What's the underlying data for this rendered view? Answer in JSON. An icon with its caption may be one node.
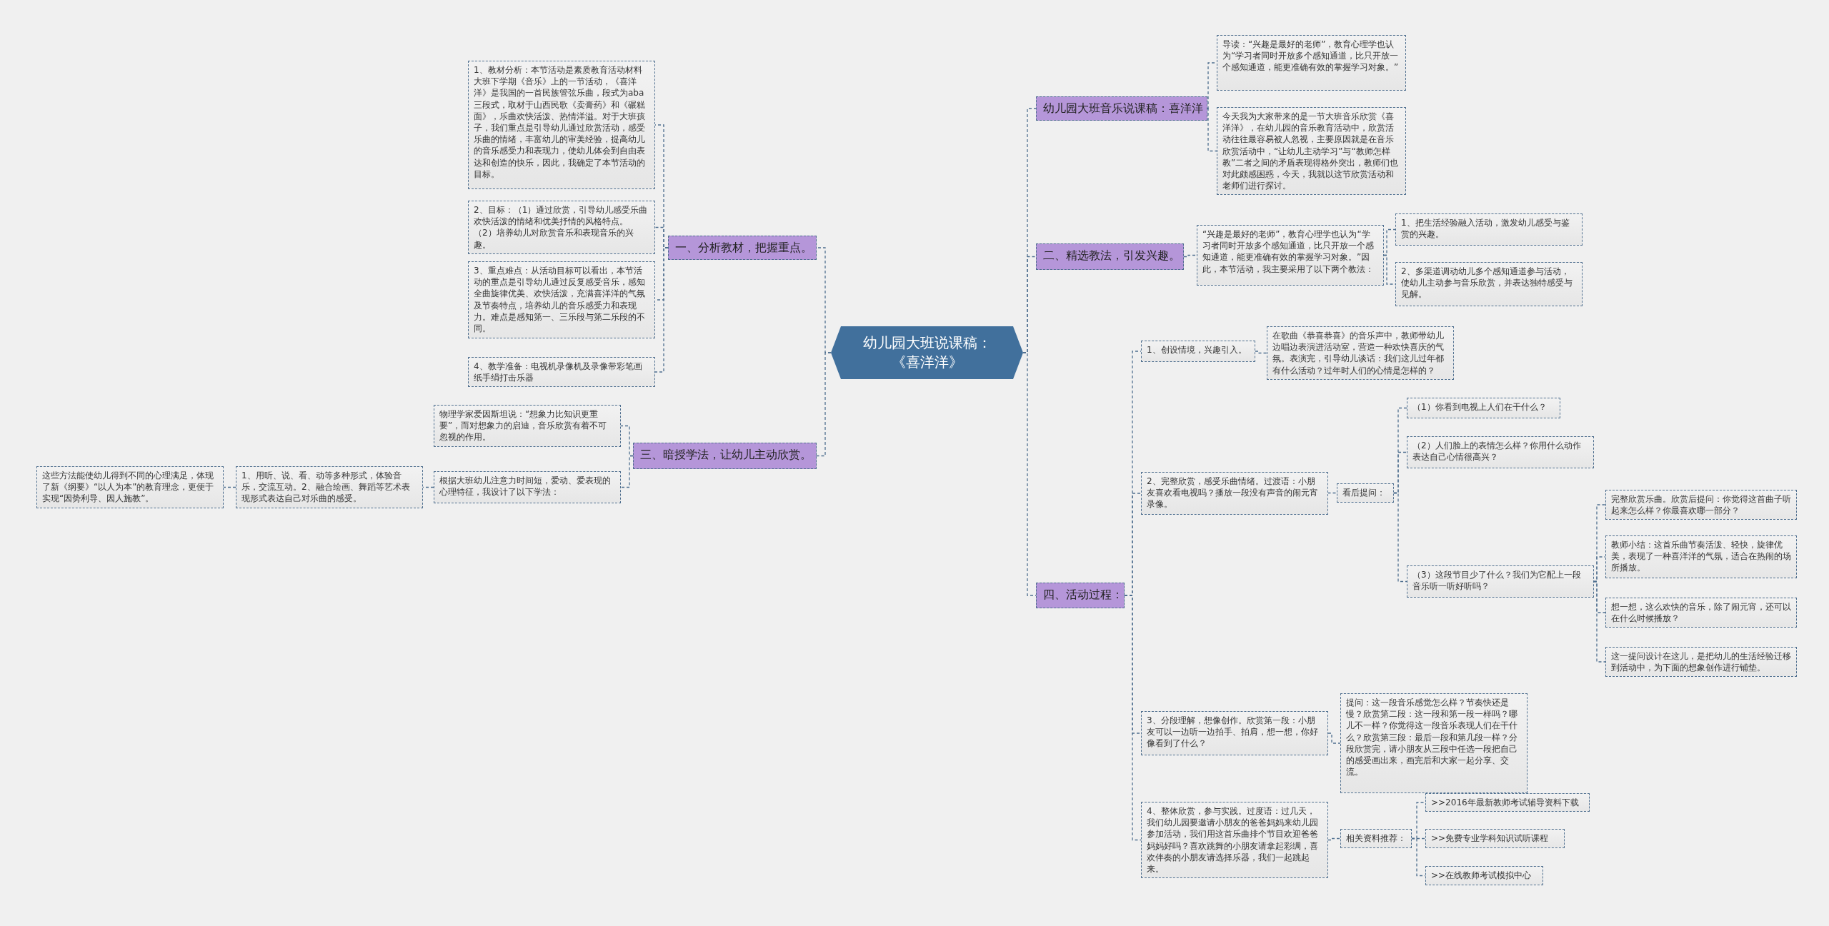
{
  "diagram": {
    "nodes": [
      {
        "text": [
          "幼儿园大班说课稿：《喜洋洋》"
        ]
      },
      {
        "text": [
          "幼儿园大班音乐说课稿：喜洋洋"
        ]
      },
      {
        "text": [
          "导读：“兴趣是最好的老师”，教育心理学也认为“学习者同时开放多个感知通道，比只开放一个感知通道，能更准确有效的掌握学习对象。”"
        ]
      },
      {
        "text": [
          "今天我为大家带来的是一节大班音乐欣赏《喜洋洋》，在幼儿园的音乐教育活动中，欣赏活动往往最容易被人忽视，主要原因就是在音乐欣赏活动中，“让幼儿主动学习”与“教师怎样教”二者之间的矛盾表现得格外突出，教师们也对此颇感困惑，今天，我就以这节欣赏活动和老师们进行探讨。"
        ]
      },
      {
        "text": [
          "二、精选教法，引发兴趣。"
        ]
      },
      {
        "text": [
          "“兴趣是最好的老师”，教育心理学也认为“学习者同时开放多个感知通道，比只开放一个感知通道，能更准确有效的掌握学习对象。”因此，本节活动，我主要采用了以下两个教法："
        ]
      },
      {
        "text": [
          "1、把生活经验融入活动，激发幼儿感受与鉴赏的兴趣。"
        ]
      },
      {
        "text": [
          "2、多渠道调动幼儿多个感知通道参与活动，使幼儿主动参与音乐欣赏，并表达独特感受与见解。"
        ]
      },
      {
        "text": [
          "四、活动过程："
        ]
      },
      {
        "text": [
          "1、创设情境，兴趣引入。"
        ]
      },
      {
        "text": [
          "在歌曲《恭喜恭喜》的音乐声中，教师带幼儿边唱边表演进活动室，营造一种欢快喜庆的气氛。表演完，引导幼儿谈话：我们这儿过年都有什么活动？过年时人们的心情是怎样的？"
        ]
      },
      {
        "text": [
          "2、完整欣赏，感受乐曲情绪。过渡语：小朋友喜欢看电视吗？播放一段没有声音的闹元宵录像。"
        ]
      },
      {
        "text": [
          "看后提问："
        ]
      },
      {
        "text": [
          "（1）你看到电视上人们在干什么？"
        ]
      },
      {
        "text": [
          "（2）人们脸上的表情怎么样？你用什么动作表达自己心情很高兴？"
        ]
      },
      {
        "text": [
          "（3）这段节目少了什么？我们为它配上一段音乐听一听好听吗？"
        ]
      },
      {
        "text": [
          "完整欣赏乐曲。欣赏后提问：你觉得这首曲子听起来怎么样？你最喜欢哪一部分？"
        ]
      },
      {
        "text": [
          "教师小结：这首乐曲节奏活泼、轻快，旋律优美，表现了一种喜洋洋的气氛，适合在热闹的场所播放。"
        ]
      },
      {
        "text": [
          "想一想，这么欢快的音乐，除了闹元宵，还可以在什么时候播放？"
        ]
      },
      {
        "text": [
          "这一提问设计在这儿，是把幼儿的生活经验迁移到活动中，为下面的想象创作进行铺垫。"
        ]
      },
      {
        "text": [
          "3、分段理解，想像创作。欣赏第一段：小朋友可以一边听一边拍手、拍肩，想一想，你好像看到了什么？"
        ]
      },
      {
        "text": [
          "提问：这一段音乐感觉怎么样？节奏快还是慢？欣赏第二段：这一段和第一段一样吗？哪儿不一样？你觉得这一段音乐表现人们在干什么？欣赏第三段：最后一段和第几段一样？分段欣赏完，请小朋友从三段中任选一段把自己的感受画出来，画完后和大家一起分享、交流。"
        ]
      },
      {
        "text": [
          "4、整体欣赏，参与实践。过度语：过几天，我们幼儿园要邀请小朋友的爸爸妈妈来幼儿园参加活动，我们用这首乐曲排个节目欢迎爸爸妈妈好吗？喜欢跳舞的小朋友请拿起彩绸，喜欢伴奏的小朋友请选择乐器，我们一起跳起来。"
        ]
      },
      {
        "text": [
          "相关资料推荐："
        ]
      },
      {
        "text": [
          ">>2016年最新教师考试辅导资料下载"
        ]
      },
      {
        "text": [
          ">>免费专业学科知识试听课程"
        ]
      },
      {
        "text": [
          ">>在线教师考试模拟中心"
        ]
      },
      {
        "text": [
          "一、分析教材，把握重点。"
        ]
      },
      {
        "text": [
          "1、教材分析：本节活动是素质教育活动材料大班下学期《音乐》上的一节活动，《喜洋洋》是我国的一首民族管弦乐曲，段式为aba三段式，取材于山西民歌《卖膏药》和《碾糕面》，乐曲欢快活泼、热情洋溢。对于大班孩子，我们重点是引导幼儿通过欣赏活动，感受乐曲的情绪，丰富幼儿的审美经验，提高幼儿的音乐感受力和表现力，使幼儿体会到自由表达和创造的快乐，因此，我确定了本节活动的目标。"
        ]
      },
      {
        "text": [
          "2、目标：（1）通过欣赏，引导幼儿感受乐曲欢快活泼的情绪和优美抒情的风格特点。（2）培养幼儿对欣赏音乐和表现音乐的兴趣。"
        ]
      },
      {
        "text": [
          "3、重点难点：从活动目标可以看出，本节活动的重点是引导幼儿通过反复感受音乐，感知全曲旋律优美、欢快活泼，充满喜洋洋的气氛及节奏特点，培养幼儿的音乐感受力和表现力。难点是感知第一、三乐段与第二乐段的不同。"
        ]
      },
      {
        "text": [
          "4、教学准备：电视机录像机及录像带彩笔画纸手绢打击乐器"
        ]
      },
      {
        "text": [
          "三、暗授学法，让幼儿主动欣赏。"
        ]
      },
      {
        "text": [
          "物理学家爱因斯坦说：“想象力比知识更重要”，而对想象力的启迪，音乐欣赏有着不可忽视的作用。"
        ]
      },
      {
        "text": [
          "根据大班幼儿注意力时间短，爱动、爱表现的心理特征，我设计了以下学法："
        ]
      },
      {
        "text": [
          "1、用听、说、看、动等多种形式，体验音乐，交流互动。2、融合绘画、舞蹈等艺术表现形式表达自己对乐曲的感受。"
        ]
      },
      {
        "text": [
          "这些方法能使幼儿得到不同的心理满足，体现了新《纲要》“以人为本”的教育理念，更便于实现“因势利导、因人施教”。"
        ]
      }
    ],
    "edges": [
      {
        "from": 0,
        "to": 1,
        "arrow": "none"
      },
      {
        "from": 1,
        "to": 2,
        "arrow": "none"
      },
      {
        "from": 1,
        "to": 3,
        "arrow": "none"
      },
      {
        "from": 0,
        "to": 4,
        "arrow": "none"
      },
      {
        "from": 4,
        "to": 5,
        "arrow": "none"
      },
      {
        "from": 5,
        "to": 6,
        "arrow": "none"
      },
      {
        "from": 5,
        "to": 7,
        "arrow": "none"
      },
      {
        "from": 0,
        "to": 8,
        "arrow": "none"
      },
      {
        "from": 8,
        "to": 9,
        "arrow": "none"
      },
      {
        "from": 9,
        "to": 10,
        "arrow": "none"
      },
      {
        "from": 8,
        "to": 11,
        "arrow": "none"
      },
      {
        "from": 11,
        "to": 12,
        "arrow": "none"
      },
      {
        "from": 12,
        "to": 13,
        "arrow": "none"
      },
      {
        "from": 12,
        "to": 14,
        "arrow": "none"
      },
      {
        "from": 12,
        "to": 15,
        "arrow": "none"
      },
      {
        "from": 15,
        "to": 16,
        "arrow": "none"
      },
      {
        "from": 15,
        "to": 17,
        "arrow": "none"
      },
      {
        "from": 15,
        "to": 18,
        "arrow": "none"
      },
      {
        "from": 15,
        "to": 19,
        "arrow": "none"
      },
      {
        "from": 8,
        "to": 20,
        "arrow": "none"
      },
      {
        "from": 20,
        "to": 21,
        "arrow": "none"
      },
      {
        "from": 8,
        "to": 22,
        "arrow": "none"
      },
      {
        "from": 22,
        "to": 23,
        "arrow": "none"
      },
      {
        "from": 23,
        "to": 24,
        "arrow": "none"
      },
      {
        "from": 23,
        "to": 25,
        "arrow": "none"
      },
      {
        "from": 23,
        "to": 26,
        "arrow": "none"
      },
      {
        "from": 0,
        "to": 27,
        "arrow": "none"
      },
      {
        "from": 27,
        "to": 28,
        "arrow": "none"
      },
      {
        "from": 27,
        "to": 29,
        "arrow": "none"
      },
      {
        "from": 27,
        "to": 30,
        "arrow": "none"
      },
      {
        "from": 27,
        "to": 31,
        "arrow": "none"
      },
      {
        "from": 0,
        "to": 32,
        "arrow": "none"
      },
      {
        "from": 32,
        "to": 33,
        "arrow": "none"
      },
      {
        "from": 32,
        "to": 34,
        "arrow": "none"
      },
      {
        "from": 34,
        "to": 35,
        "arrow": "none"
      },
      {
        "from": 35,
        "to": 36,
        "arrow": "none"
      }
    ]
  }
}
